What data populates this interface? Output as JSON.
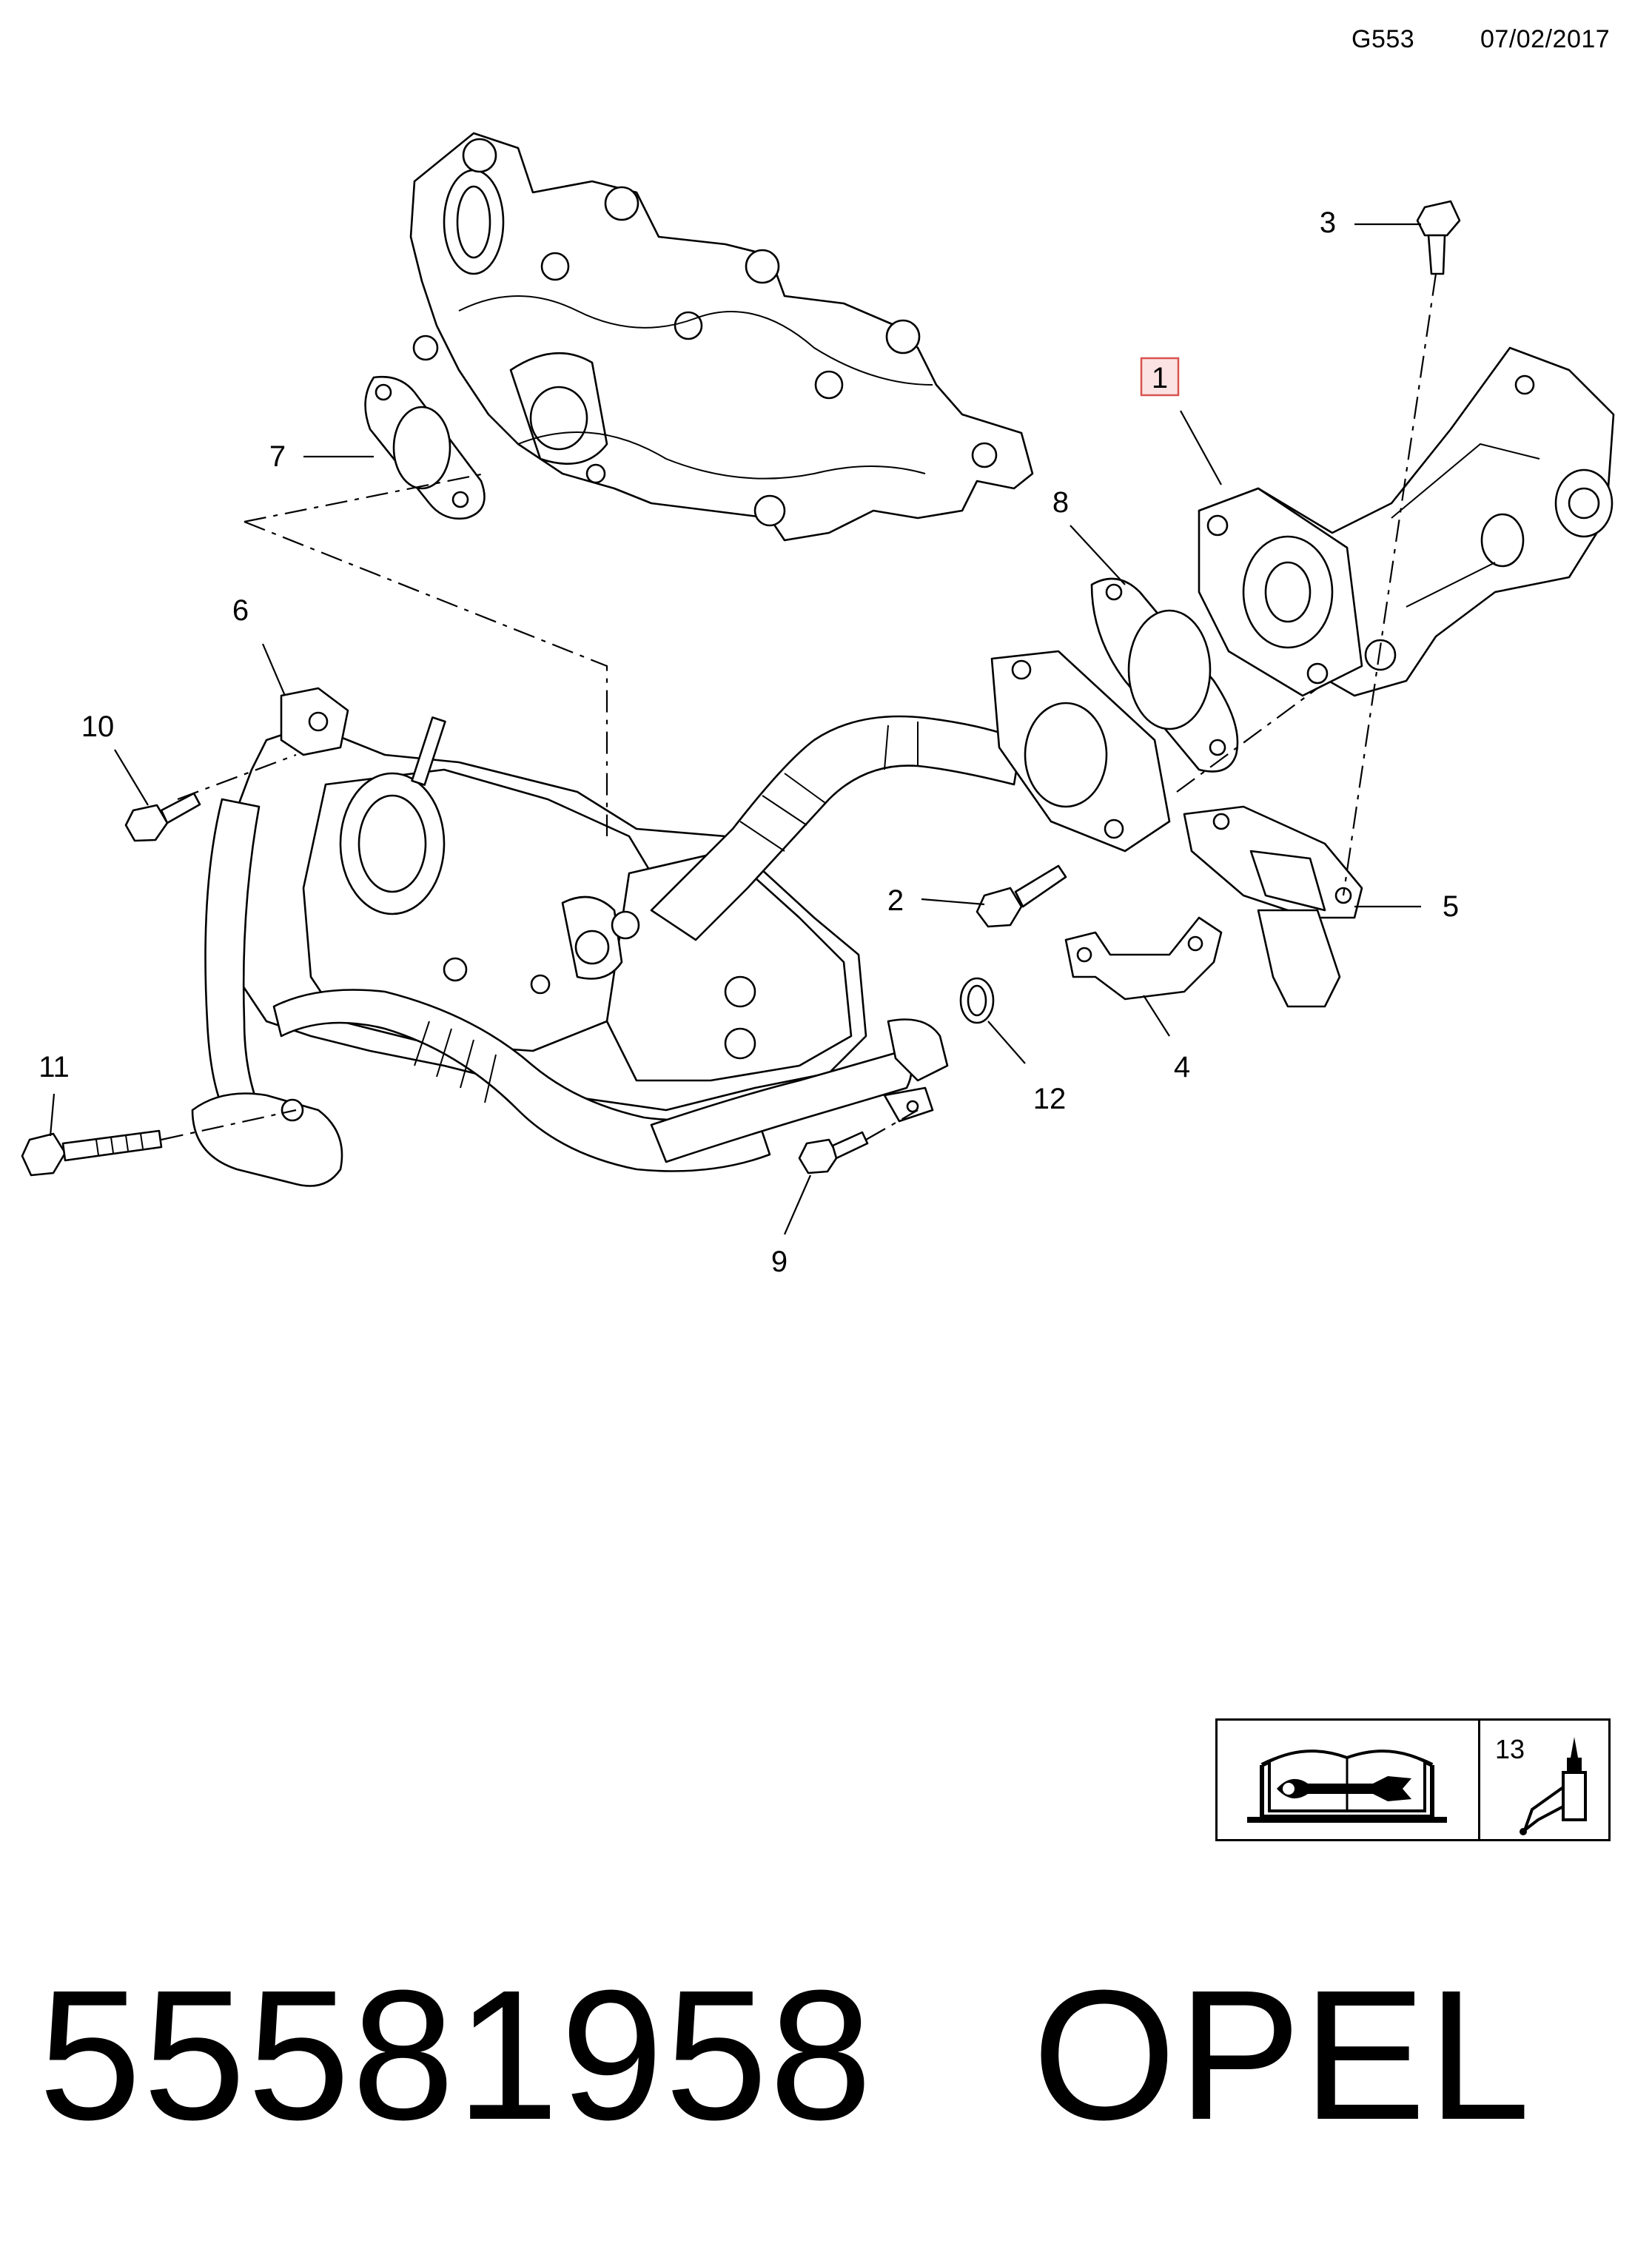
{
  "header": {
    "illustration_code": "G553",
    "date": "07/02/2017"
  },
  "callouts": {
    "c1": "1",
    "c2": "2",
    "c3": "3",
    "c4": "4",
    "c5": "5",
    "c6": "6",
    "c7": "7",
    "c8": "8",
    "c9": "9",
    "c10": "10",
    "c11": "11",
    "c12": "12"
  },
  "highlighted_callout": "1",
  "colors": {
    "highlight_border": "#d9534f",
    "highlight_fill": "#fbe3e3",
    "line": "#000000"
  },
  "legend": {
    "manual_icon": "repair-manual-wrench-icon",
    "adhesive_label": "13",
    "adhesive_icon": "adhesive-bottle-icon"
  },
  "footer": {
    "part_number": "55581958",
    "brand": "OPEL"
  }
}
